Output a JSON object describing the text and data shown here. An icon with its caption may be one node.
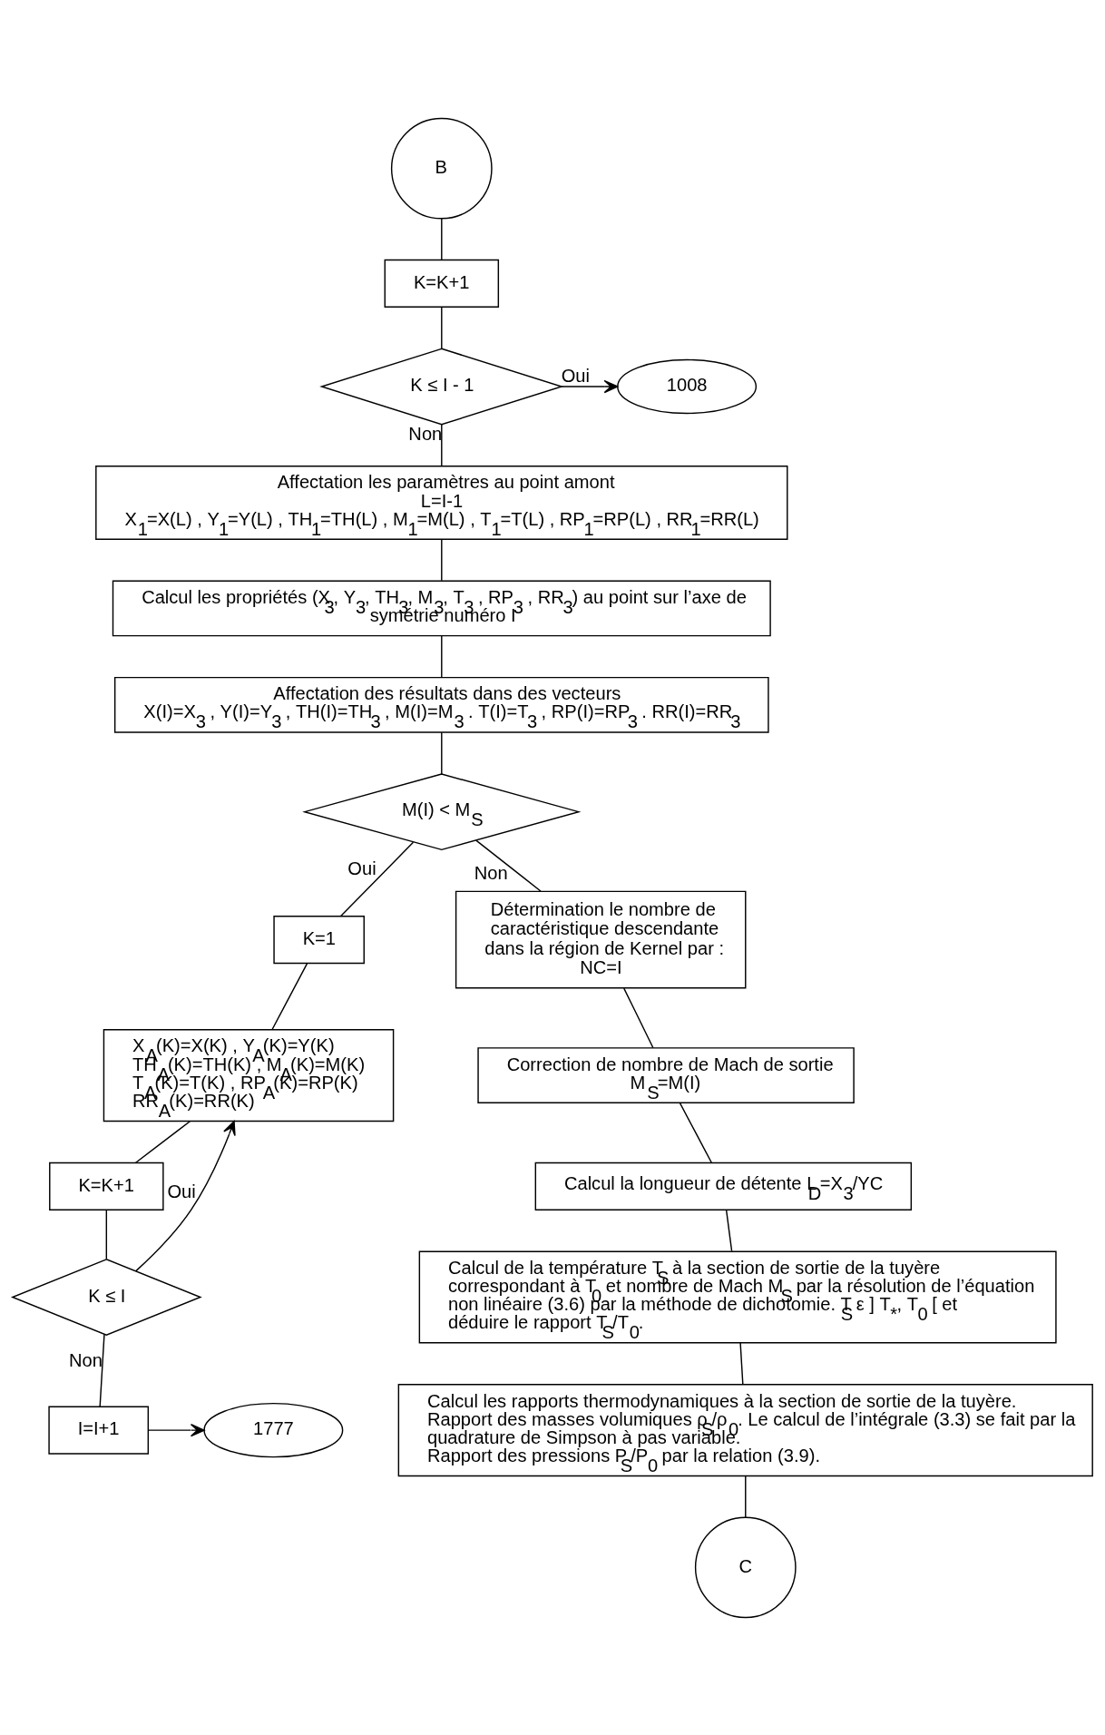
{
  "diagram": {
    "nodes": [
      {
        "text": [
          "B"
        ]
      },
      {
        "text": [
          "K=K+1"
        ]
      },
      {
        "text": [
          "K ≤ I - 1"
        ]
      },
      {
        "text": [
          "1008"
        ]
      },
      {
        "text": [
          "Affectation les paramètres au point amont",
          "L=I-1",
          "X$_{1}$=X(L) , Y$_{1}$=Y(L) , TH$_{1}$=TH(L) , M$_{1}$=M(L) , T$_{1}$=T(L) , RP$_{1}$=RP(L) , RR$_{1}$=RR(L)"
        ]
      },
      {
        "text": [
          "Calcul les propriétés (X$_{3}$, Y$_{3}$, TH$_{3}$, M$_{3}$, T$_{3}$ , RP$_{3}$ , RR$_{3}$) au point sur l’axe de symétrie numéro I"
        ]
      },
      {
        "text": [
          "Affectation des résultats dans des vecteurs",
          "X(I)=X$_{3}$ , Y(I)=Y$_{3}$ , TH(I)=TH$_{3}$ , M(I)=M$_{3}$ . T(I)=T$_{3}$ , RP(I)=RP$_{3}$ . RR(I)=RR$_{3}$"
        ]
      },
      {
        "text": [
          "M(I) < M$_{S}$"
        ]
      },
      {
        "text": [
          "K=1"
        ]
      },
      {
        "text": [
          "X$_{A}$(K)=X(K) , Y$_{A}$(K)=Y(K) TH$_{A}$(K)=TH(K) , M$_{A}$(K)=M(K) T$_{A}$(K)=T(K) , RP$_{A}$(K)=RP(K) RR$_{A}$(K)=RR(K)"
        ]
      },
      {
        "text": [
          "K=K+1"
        ]
      },
      {
        "text": [
          "K ≤ I"
        ]
      },
      {
        "text": [
          "I=I+1"
        ]
      },
      {
        "text": [
          "1777"
        ]
      },
      {
        "text": [
          "Détermination le nombre de caractéristique descendante dans la région de Kernel par : NC=I"
        ]
      },
      {
        "text": [
          "Correction de nombre de Mach de sortie M$_{S}$=M(I)"
        ]
      },
      {
        "text": [
          "Calcul la longueur de détente L$_{D}$=X$_{3}$/YC"
        ]
      },
      {
        "text": [
          "Calcul de la température T$_{S}$ à la section de sortie de la tuyère correspondant à T$_{0}$ et nombre de Mach M$_{S}$ par la résolution de l’équation non linéaire (3.6) par la méthode de dichotomie. T$_{S}$ ε ] T$_{*}$, T$_{0}$ [ et déduire le rapport T$_{S}$/T$_{0}$."
        ]
      },
      {
        "text": [
          "Calcul les rapports thermodynamiques à la section de sortie de la tuyère.",
          "Rapport des masses volumiques ρ$_{S}$/ρ$_{0}$. Le calcul de l’intégrale (3.3) se fait par la quadrature de Simpson à pas variable.",
          "Rapport des pressions P$_{S}$/P$_{0}$ par la relation (3.9)."
        ]
      },
      {
        "text": [
          "C"
        ]
      }
    ],
    "edges": [
      {
        "from": 0,
        "to": 1,
        "arrow": "none"
      },
      {
        "from": 1,
        "to": 2,
        "arrow": "none"
      },
      {
        "from": 2,
        "to": 3,
        "arrow": "to",
        "label": "Oui"
      },
      {
        "from": 2,
        "to": 4,
        "arrow": "none",
        "label": "Non"
      },
      {
        "from": 4,
        "to": 5,
        "arrow": "none"
      },
      {
        "from": 5,
        "to": 6,
        "arrow": "none"
      },
      {
        "from": 6,
        "to": 7,
        "arrow": "none"
      },
      {
        "from": 7,
        "to": 8,
        "arrow": "none",
        "label": "Oui"
      },
      {
        "from": 7,
        "to": 14,
        "arrow": "none",
        "label": "Non"
      },
      {
        "from": 8,
        "to": 9,
        "arrow": "none"
      },
      {
        "from": 9,
        "to": 10,
        "arrow": "none"
      },
      {
        "from": 10,
        "to": 11,
        "arrow": "none"
      },
      {
        "from": 11,
        "to": 9,
        "arrow": "to",
        "label": "Oui"
      },
      {
        "from": 11,
        "to": 12,
        "arrow": "none",
        "label": "Non"
      },
      {
        "from": 12,
        "to": 13,
        "arrow": "to"
      },
      {
        "from": 14,
        "to": 15,
        "arrow": "none"
      },
      {
        "from": 15,
        "to": 16,
        "arrow": "none"
      },
      {
        "from": 16,
        "to": 17,
        "arrow": "none"
      },
      {
        "from": 17,
        "to": 18,
        "arrow": "none"
      },
      {
        "from": 18,
        "to": 19,
        "arrow": "none"
      }
    ]
  }
}
